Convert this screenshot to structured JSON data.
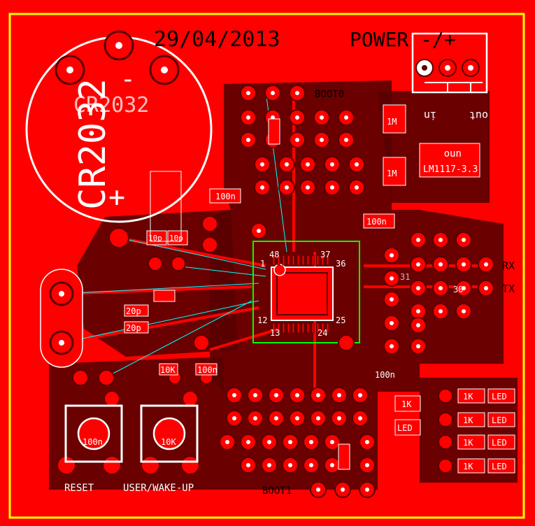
{
  "board": {
    "date": "29/04/2013",
    "power_label": "POWER -/+",
    "battery_label": "CR2032",
    "battery_label_small": "CR2032",
    "battery_minus": "-",
    "battery_plus": "+",
    "boot0": "BOOT0",
    "boot1": "BOOT1",
    "reset": "RESET",
    "user_wakeup": "USER/WAKE-UP",
    "rx": "RX",
    "tx": "TX",
    "regulator": "LM1117-3.3",
    "regulator_pins": "uno",
    "cap_in": "in",
    "cap_out": "out",
    "res_1m_a": "1M",
    "res_1m_b": "1M",
    "cap_100n_a": "100n",
    "cap_100n_b": "100n",
    "cap_100n_c": "100n",
    "cap_100n_d": "100n",
    "cap_100n_reset": "100n",
    "cap_10p_a": "10p",
    "cap_10p_b": "10p",
    "cap_20p_a": "20p",
    "cap_20p_b": "20p",
    "res_10k_a": "10K",
    "res_10k_b": "10K",
    "res_1k_main": "1K",
    "led_main": "LED",
    "res_1k_list": [
      "1K",
      "1K",
      "1K",
      "1K"
    ],
    "led_list": [
      "LED",
      "LED",
      "LED",
      "LED"
    ],
    "pin_48": "48",
    "pin_37": "37",
    "pin_1": "1",
    "pin_36": "36",
    "pin_12": "12",
    "pin_25": "25",
    "pin_13": "13",
    "pin_24": "24",
    "pin_31": "31",
    "pin_30": "30"
  },
  "colors": {
    "board": "#ff0000",
    "copper_dark": "#5a0000",
    "silk": "#ffffff",
    "outline": "#ffff00",
    "airwire": "#00ffff",
    "route": "#00ff00"
  }
}
